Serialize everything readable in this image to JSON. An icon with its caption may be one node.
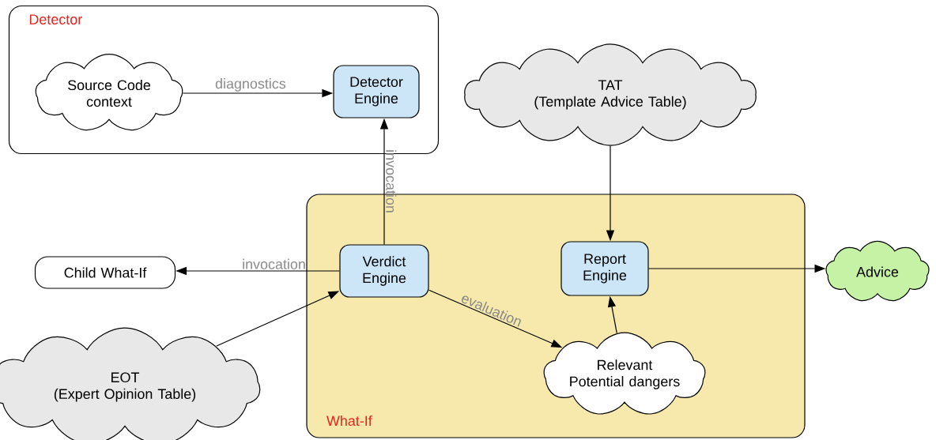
{
  "diagram": {
    "nodes": [
      {
        "text": [
          "Detector"
        ]
      },
      {
        "text": [
          "Source Code context"
        ],
        "in": 0
      },
      {
        "text": [
          "Detector Engine"
        ],
        "in": 0
      },
      {
        "text": [
          "TAT",
          "(Template Advice Table)"
        ]
      },
      {
        "text": [
          "What-If"
        ]
      },
      {
        "text": [
          "Verdict Engine"
        ],
        "in": 4
      },
      {
        "text": [
          "Report Engine"
        ],
        "in": 4
      },
      {
        "text": [
          "Relevant Potential dangers"
        ],
        "in": 4
      },
      {
        "text": [
          "Child What-If"
        ]
      },
      {
        "text": [
          "Advice"
        ]
      },
      {
        "text": [
          "EOT",
          "(Expert Opinion Table)"
        ]
      }
    ],
    "edges": [
      {
        "from": 1,
        "to": 2,
        "arrow": "to",
        "label": "diagnostics"
      },
      {
        "from": 5,
        "to": 2,
        "arrow": "to",
        "label": "invocation"
      },
      {
        "from": 5,
        "to": 8,
        "arrow": "to",
        "label": "invocation"
      },
      {
        "from": 10,
        "to": 5,
        "arrow": "to"
      },
      {
        "from": 5,
        "to": 7,
        "arrow": "to",
        "label": "evaluation"
      },
      {
        "from": 3,
        "to": 6,
        "arrow": "to"
      },
      {
        "from": 7,
        "to": 6,
        "arrow": "to"
      },
      {
        "from": 6,
        "to": 9,
        "arrow": "to"
      }
    ]
  }
}
